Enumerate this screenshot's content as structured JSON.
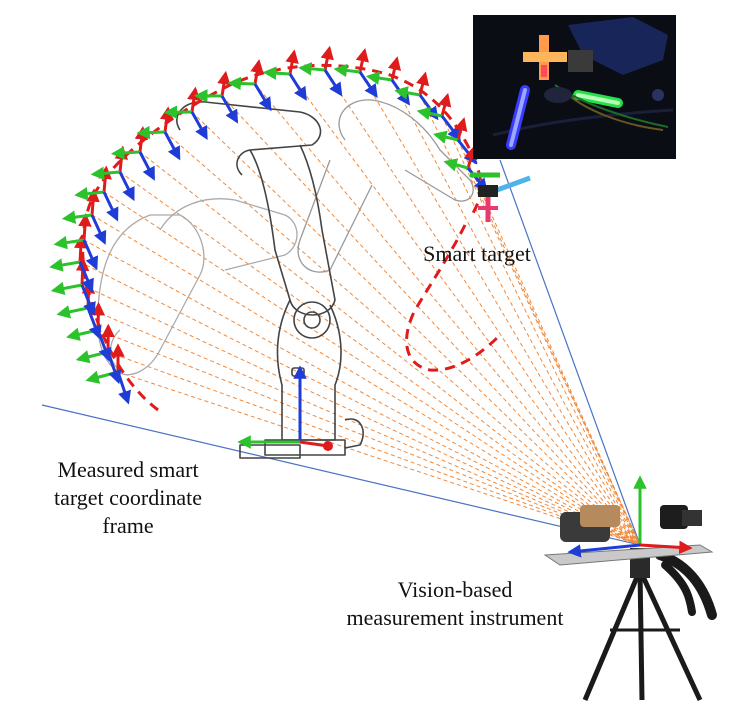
{
  "labels": {
    "smart_target": "Smart target",
    "measured_frame": "Measured smart\ntarget coordinate\nframe",
    "vision_instrument": "Vision-based\nmeasurement instrument"
  },
  "colors": {
    "x_axis": "#e01b1b",
    "y_axis": "#2bc22b",
    "z_axis": "#1f3cd6",
    "trajectory": "#e01b1b",
    "sight_lines": "#f08a3c",
    "fov_lines": "#4a72c4",
    "robot_outline": "#333333",
    "inset_bg": "#0a0d14"
  },
  "icons": {
    "robot": "robot-arm-outline-icon",
    "instrument": "camera-tripod-icon",
    "photo": "smart-target-photo"
  }
}
